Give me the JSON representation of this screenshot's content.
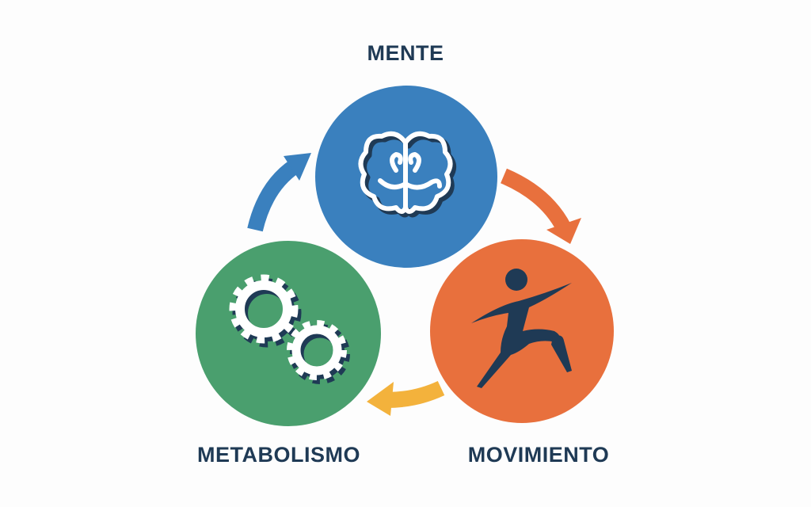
{
  "labels": {
    "top": "MENTE",
    "left": "METABOLISMO",
    "right": "MOVIMIENTO"
  },
  "nodes": [
    {
      "name": "mente",
      "icon": "brain-icon",
      "color": "#3a80be"
    },
    {
      "name": "movimiento",
      "icon": "runner-icon",
      "color": "#e8703d"
    },
    {
      "name": "metabolismo",
      "icon": "gears-icon",
      "color": "#4a9f6e"
    }
  ],
  "arrows": [
    {
      "from": "metabolismo",
      "to": "mente",
      "color": "#3a80be"
    },
    {
      "from": "mente",
      "to": "movimiento",
      "color": "#e8703d"
    },
    {
      "from": "movimiento",
      "to": "metabolismo",
      "color": "#f3b23c"
    }
  ],
  "icon_color": "#1f3a55"
}
